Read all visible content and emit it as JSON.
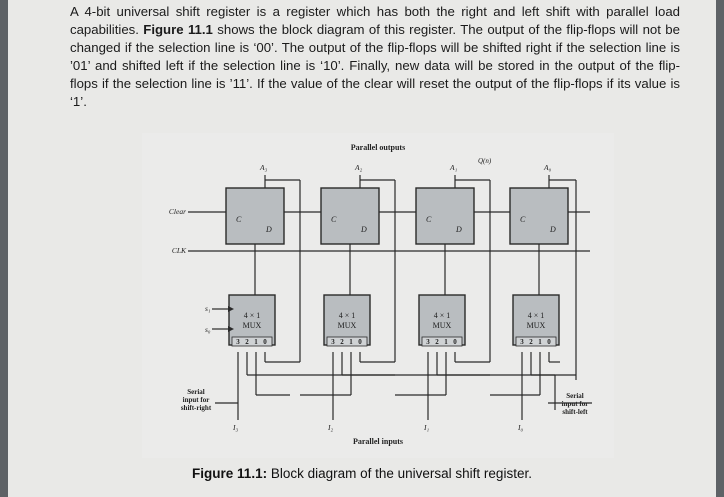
{
  "paragraph": {
    "s1": "A 4-bit universal shift register is a register which has both the right and left shift with parallel load capabilities. ",
    "fig_ref": "Figure 11.1",
    "s2": " shows the block diagram of this register. The output of the flip-flops will not be changed if the selection line is ‘00’. The output of the flip-flops will be shifted right if the selection line is ’01’ and shifted left if the selection line is ‘10’. Finally, new data will be stored in the output of the flip-flops if the selection line is ’11’. If the value of the clear will reset the output of the flip-flops if its value is ‘1’."
  },
  "diagram": {
    "parallel_outputs_label": "Parallel outputs",
    "parallel_inputs_label": "Parallel inputs",
    "clear_label": "Clear",
    "clk_label": "CLK",
    "select1_label": "s₁",
    "select0_label": "s₀",
    "serial_right_label": [
      "Serial",
      "input for",
      "shift-right"
    ],
    "serial_left_label": [
      "Serial",
      "input for",
      "shift-left"
    ],
    "output_labels": [
      "A₃",
      "A₂",
      "A₁",
      "A₀"
    ],
    "input_labels": [
      "I₃",
      "I₂",
      "I₁",
      "I₀"
    ],
    "ff_c_label": "C",
    "ff_d_label": "D",
    "mux_label_line1": "4 × 1",
    "mux_label_line2": "MUX",
    "mux_pin_labels": [
      "3",
      "2",
      "1",
      "0"
    ],
    "annotation_scribble": "Q(n)"
  },
  "caption": {
    "lead": "Figure 11.1:",
    "rest": " Block diagram of the universal shift register."
  }
}
